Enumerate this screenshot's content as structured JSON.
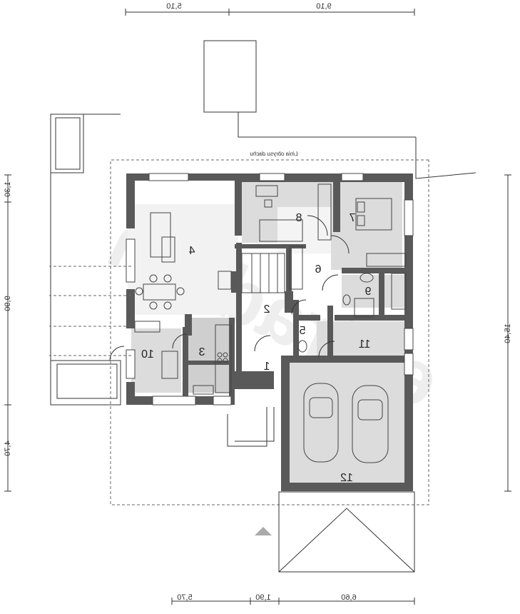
{
  "dimensions": {
    "top": [
      "5,10",
      "9,10"
    ],
    "bottom": [
      "5,70",
      "1,90",
      "6,60"
    ],
    "left": [
      "1,30",
      "9,90",
      "4,70"
    ],
    "right": [
      "15,40"
    ]
  },
  "roof_line_label": "Linia obrysu dachu",
  "rooms": [
    {
      "number": "1"
    },
    {
      "number": "2"
    },
    {
      "number": "3"
    },
    {
      "number": "4"
    },
    {
      "number": "5"
    },
    {
      "number": "6"
    },
    {
      "number": "7"
    },
    {
      "number": "8"
    },
    {
      "number": "9"
    },
    {
      "number": "10"
    },
    {
      "number": "11"
    },
    {
      "number": "12"
    }
  ],
  "watermark": "extradom"
}
